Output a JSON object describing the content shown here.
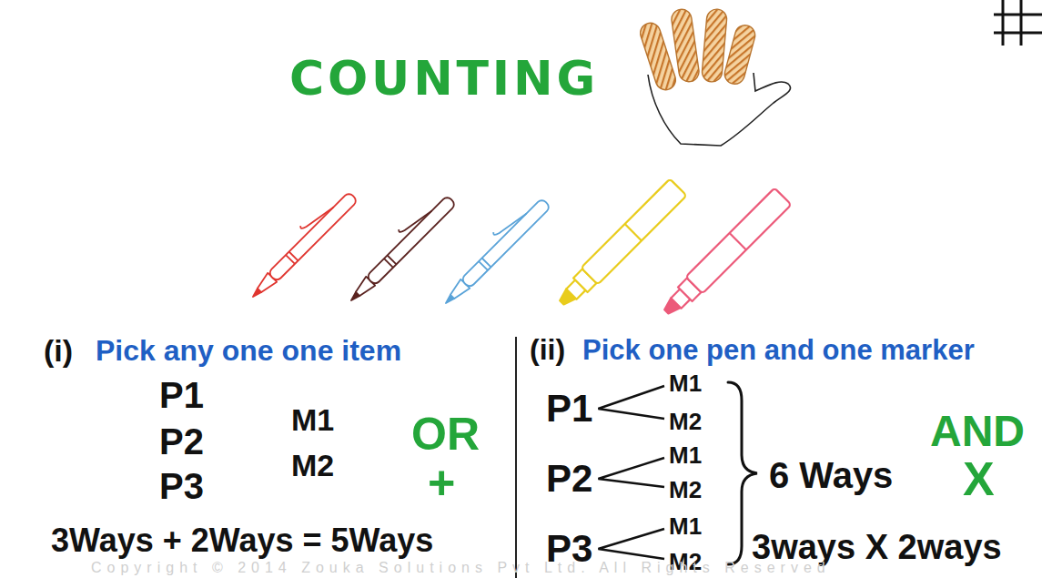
{
  "diagram": {
    "title": "COUNTING",
    "labels": [
      "(i)",
      "Pick any one one item",
      "P1",
      "P2",
      "P3",
      "M1",
      "M2",
      "OR",
      "+",
      "3Ways + 2Ways = 5Ways",
      "(ii)",
      "Pick one pen and one marker",
      "P1",
      "M1",
      "M2",
      "P2",
      "M1",
      "M2",
      "P3",
      "M1",
      "M2",
      "6 Ways",
      "AND",
      "X",
      "3ways X 2ways",
      "Copyright © 2014 Zouka Solutions Pvt Ltd. All Rights Reserved"
    ]
  }
}
